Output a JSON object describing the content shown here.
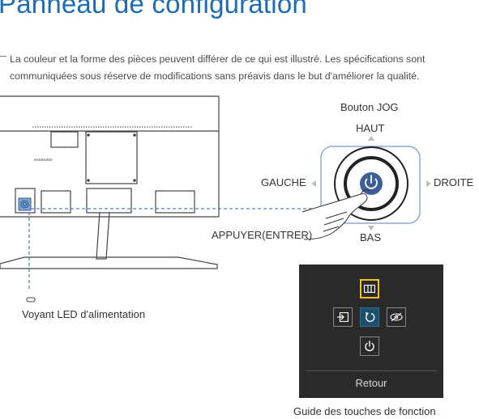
{
  "title": "Panneau de configuration",
  "note": {
    "line1": "La couleur et la forme des pièces peuvent différer de ce qui est illustré. Les spécifications sont",
    "line2": "communiquées sous réserve de modifications sans préavis dans le but d'améliorer la qualité."
  },
  "monitor": {
    "brand": "SAMSUNG"
  },
  "jog": {
    "title": "Bouton JOG",
    "up": "HAUT",
    "left": "GAUCHE",
    "right": "DROITE",
    "press": "APPUYER(ENTRER)",
    "down": "BAS"
  },
  "led_label": "Voyant LED d'alimentation",
  "function_panel": {
    "icons": [
      "menu-icon",
      "source-icon",
      "return-icon",
      "eye-saver-icon",
      "power-icon"
    ],
    "bottom_label": "Retour",
    "caption": "Guide des touches de fonction",
    "colors": {
      "background": "#2a2a2a",
      "highlight": "#f2c21b",
      "selected": "#1d4f6c"
    }
  },
  "colors": {
    "title": "#1c6bb8",
    "dashed_line": "#4f7fc4",
    "jog_border": "#8aa9d6"
  }
}
